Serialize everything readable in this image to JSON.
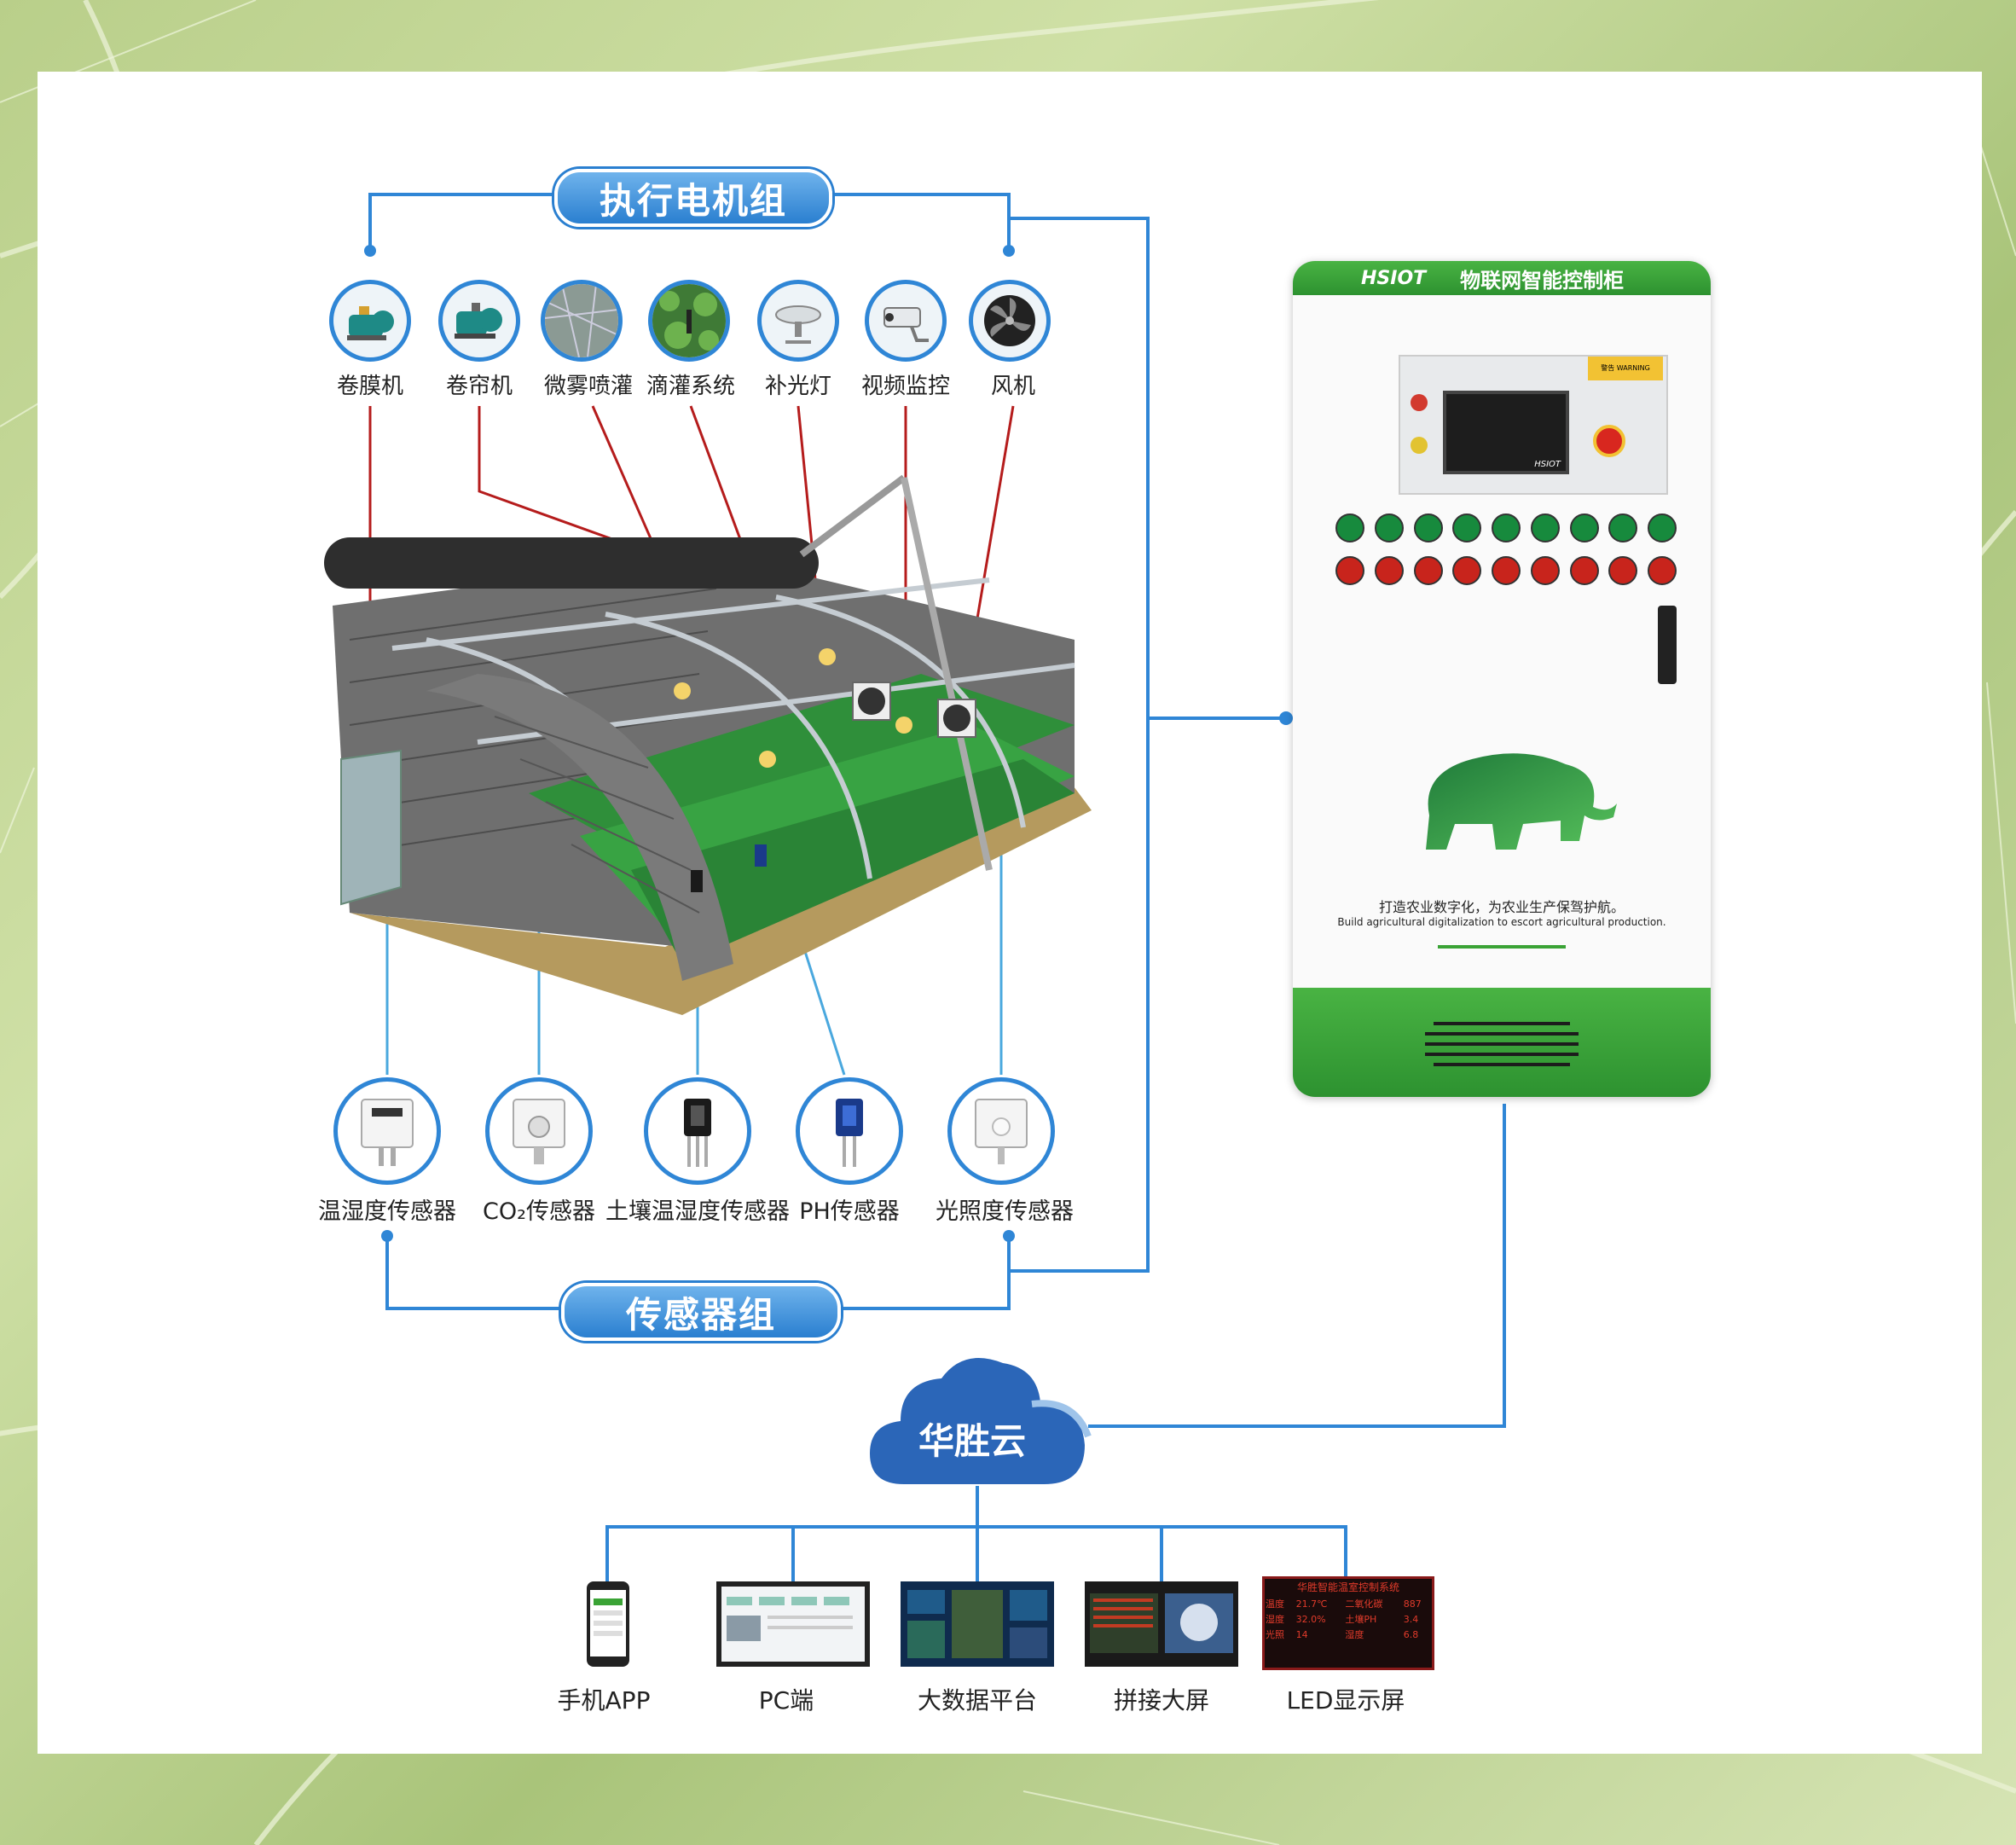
{
  "actuator_group": {
    "title": "执行电机组",
    "items": [
      {
        "label": "卷膜机",
        "icon": "pump-icon"
      },
      {
        "label": "卷帘机",
        "icon": "motor-icon"
      },
      {
        "label": "微雾喷灌",
        "icon": "mist-spray-icon"
      },
      {
        "label": "滴灌系统",
        "icon": "drip-irrigation-icon"
      },
      {
        "label": "补光灯",
        "icon": "grow-light-icon"
      },
      {
        "label": "视频监控",
        "icon": "camera-icon"
      },
      {
        "label": "风机",
        "icon": "fan-icon"
      }
    ]
  },
  "sensor_group": {
    "title": "传感器组",
    "items": [
      {
        "label": "温湿度传感器",
        "icon": "temp-humidity-sensor-icon"
      },
      {
        "label": "CO₂传感器",
        "icon": "co2-sensor-icon"
      },
      {
        "label": "土壤温湿度传感器",
        "icon": "soil-sensor-icon"
      },
      {
        "label": "PH传感器",
        "icon": "ph-sensor-icon"
      },
      {
        "label": "光照度传感器",
        "icon": "light-sensor-icon"
      }
    ]
  },
  "cabinet": {
    "brand": "HSIOT",
    "title": "物联网智能控制柜",
    "screen_brand": "HSIOT",
    "warning_label": "警告 WARNING",
    "slogan_cn": "打造农业数字化，为农业生产保驾护航。",
    "slogan_en": "Build agricultural digitalization to escort agricultural production."
  },
  "cloud": {
    "label": "华胜云"
  },
  "outputs": [
    {
      "label": "手机APP",
      "icon": "phone-icon"
    },
    {
      "label": "PC端",
      "icon": "pc-monitor-icon"
    },
    {
      "label": "大数据平台",
      "icon": "big-data-dashboard-icon"
    },
    {
      "label": "拼接大屏",
      "icon": "video-wall-icon"
    },
    {
      "label": "LED显示屏",
      "icon": "led-display-icon"
    }
  ],
  "led_screen": {
    "title": "华胜智能温室控制系统",
    "rows": [
      [
        "温度",
        "21.7℃",
        "二氧化碳",
        "887"
      ],
      [
        "湿度",
        "32.0%",
        "土壤PH",
        "3.4"
      ],
      [
        "光照",
        "14",
        "湿度",
        "6.8"
      ]
    ]
  },
  "colors": {
    "accent_blue": "#2f86d6",
    "cabinet_green": "#3aa335",
    "pointer_red": "#b51c1c"
  }
}
